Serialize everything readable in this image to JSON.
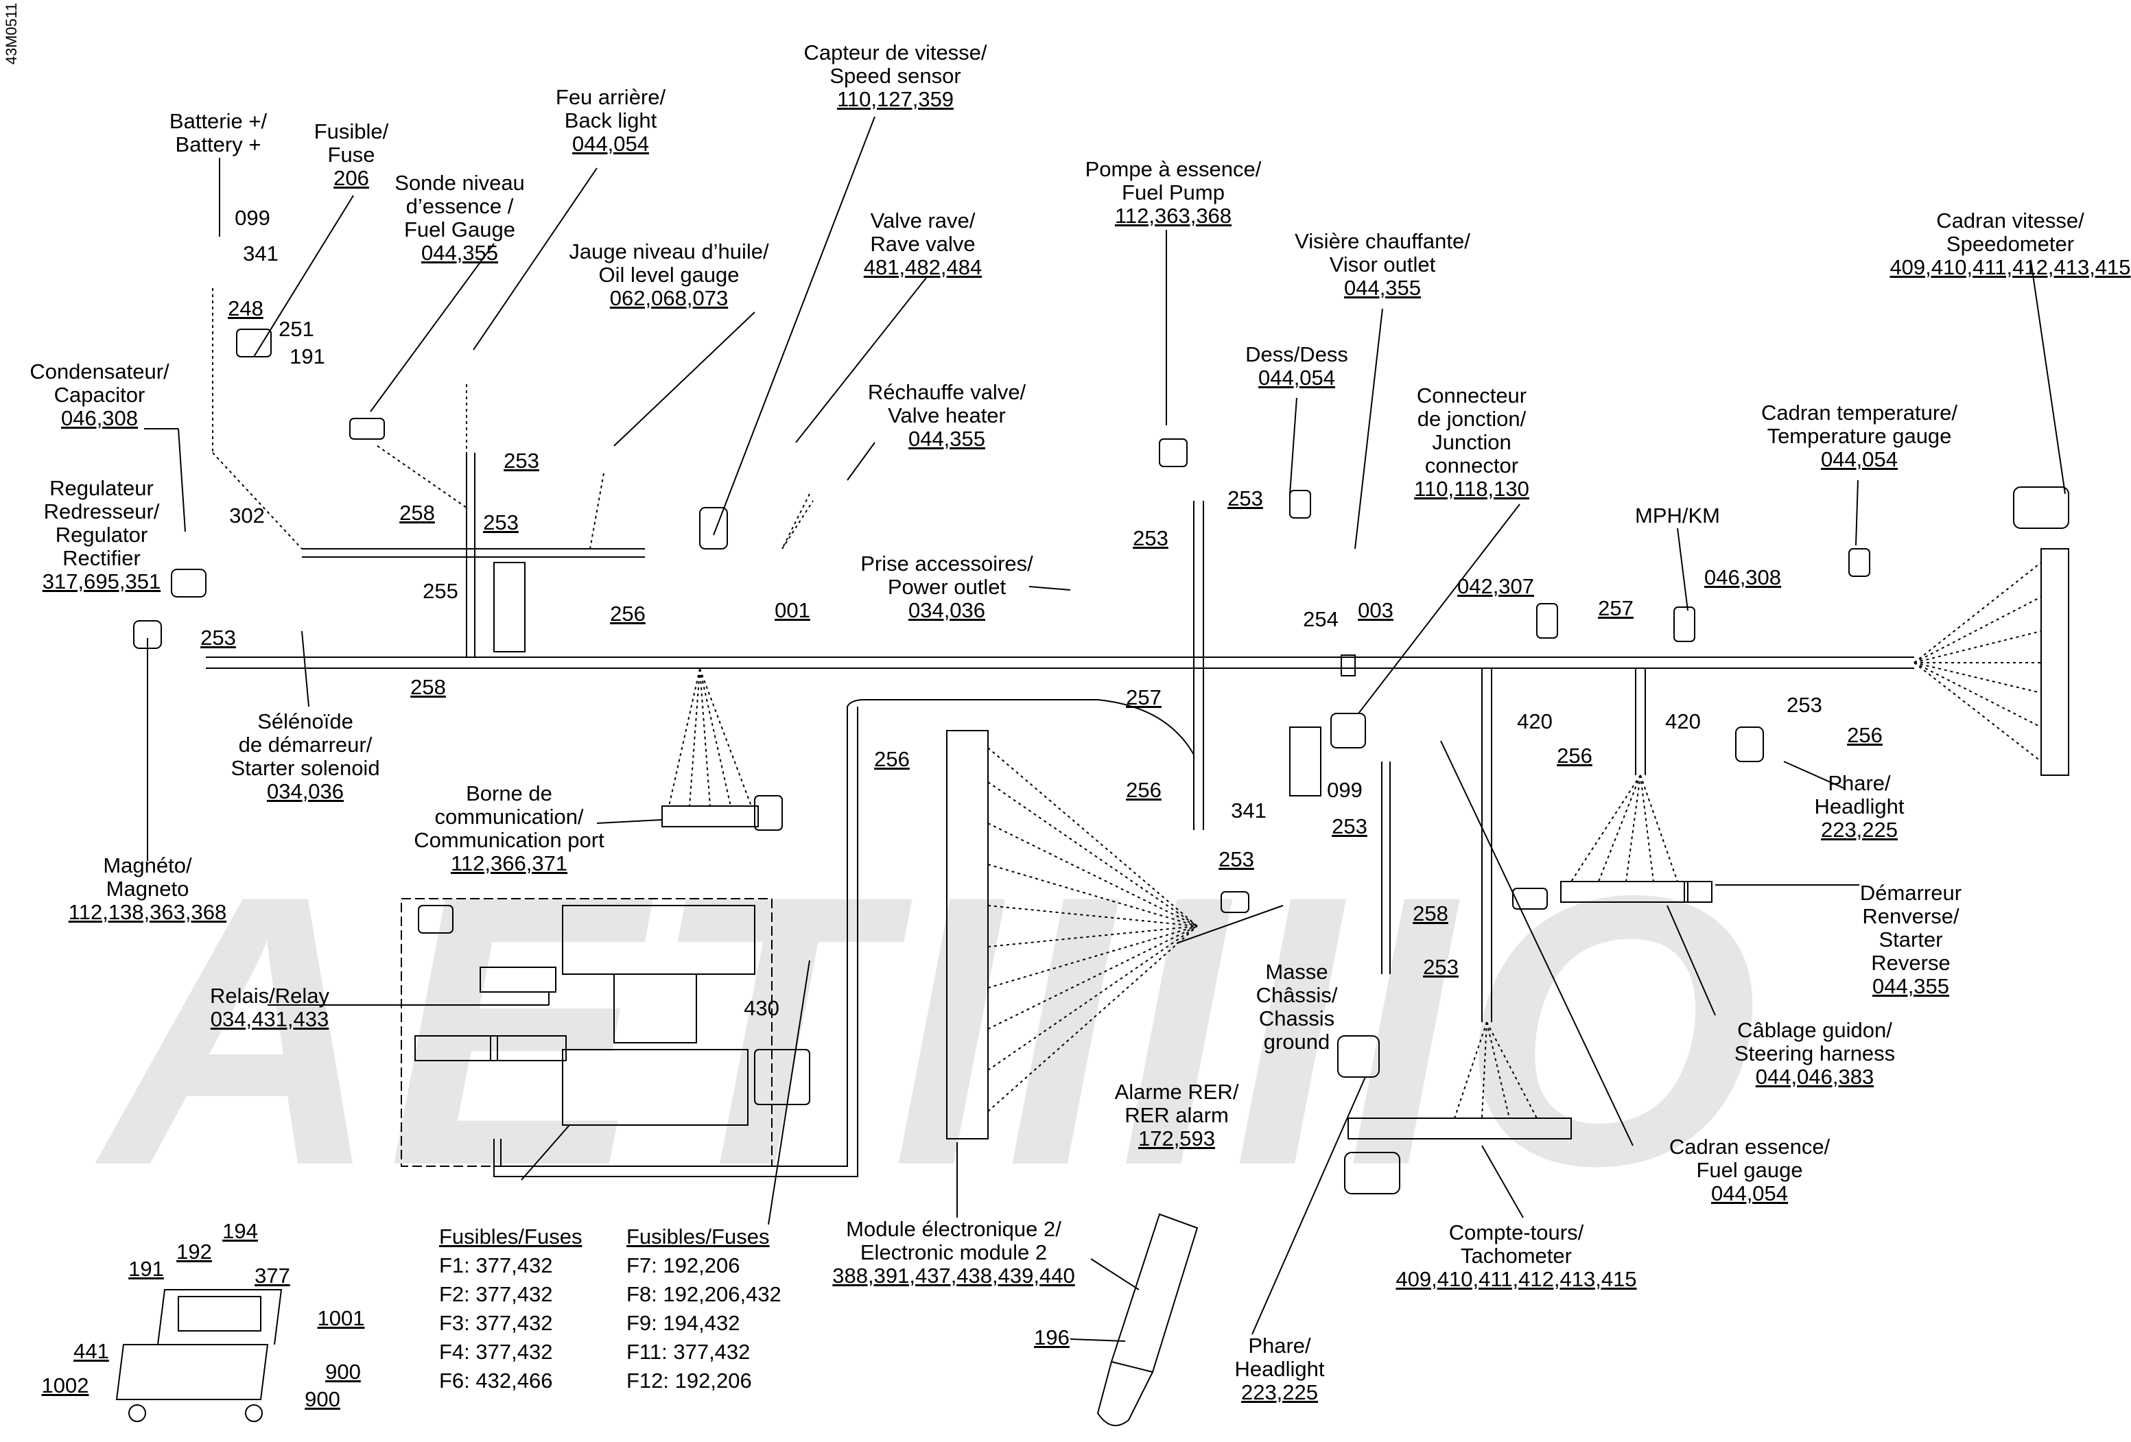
{
  "doc_id": "43M0511",
  "watermark_text": "AETIIIIIO",
  "callouts": [
    {
      "id": "battery",
      "lines": [
        "Batterie +/",
        "Battery +"
      ],
      "ref": ""
    },
    {
      "id": "fuse",
      "lines": [
        "Fusible/",
        "Fuse"
      ],
      "ref": "206"
    },
    {
      "id": "fuel-gauge-sender",
      "lines": [
        "Sonde niveau",
        "d’essence /",
        "Fuel Gauge"
      ],
      "ref": "044,355"
    },
    {
      "id": "back-light",
      "lines": [
        "Feu arrière/",
        "Back light"
      ],
      "ref": "044,054"
    },
    {
      "id": "speed-sensor",
      "lines": [
        "Capteur de vitesse/",
        "Speed sensor"
      ],
      "ref": "110,127,359"
    },
    {
      "id": "oil-level-gauge",
      "lines": [
        "Jauge niveau d’huile/",
        "Oil level gauge"
      ],
      "ref": "062,068,073"
    },
    {
      "id": "rave-valve",
      "lines": [
        "Valve rave/",
        "Rave valve"
      ],
      "ref": "481,482,484"
    },
    {
      "id": "fuel-pump",
      "lines": [
        "Pompe à essence/",
        "Fuel Pump"
      ],
      "ref": "112,363,368"
    },
    {
      "id": "visor-outlet",
      "lines": [
        "Visière chauffante/",
        "Visor outlet"
      ],
      "ref": "044,355"
    },
    {
      "id": "speedometer",
      "lines": [
        "Cadran vitesse/",
        "Speedometer"
      ],
      "ref": "409,410,411,412,413,415"
    },
    {
      "id": "condensateur",
      "lines": [
        "Condensateur/",
        "Capacitor"
      ],
      "ref": "046,308"
    },
    {
      "id": "regulator",
      "lines": [
        "Regulateur",
        "Redresseur/",
        "Regulator",
        "Rectifier"
      ],
      "ref": "317,695,351"
    },
    {
      "id": "valve-heater",
      "lines": [
        "Réchauffe valve/",
        "Valve heater"
      ],
      "ref": "044,355"
    },
    {
      "id": "dess",
      "lines": [
        "Dess/Dess"
      ],
      "ref": "044,054"
    },
    {
      "id": "junction-connector",
      "lines": [
        "Connecteur",
        "de jonction/",
        "Junction",
        "connector"
      ],
      "ref": "110,118,130"
    },
    {
      "id": "temperature-gauge",
      "lines": [
        "Cadran temperature/",
        "Temperature gauge"
      ],
      "ref": "044,054"
    },
    {
      "id": "power-outlet",
      "lines": [
        "Prise accessoires/",
        "Power outlet"
      ],
      "ref": "034,036"
    },
    {
      "id": "starter-solenoid",
      "lines": [
        "Sélénoïde",
        "de démarreur/",
        "Starter solenoid"
      ],
      "ref": "034,036"
    },
    {
      "id": "communication-port",
      "lines": [
        "Borne de",
        "communication/",
        "Communication port"
      ],
      "ref": "112,366,371"
    },
    {
      "id": "magneto",
      "lines": [
        "Magnéto/",
        "Magneto"
      ],
      "ref": "112,138,363,368"
    },
    {
      "id": "relay",
      "lines": [
        "Relais/Relay"
      ],
      "ref": "034,431,433"
    },
    {
      "id": "headlight-right",
      "lines": [
        "Phare/",
        "Headlight"
      ],
      "ref": "223,225"
    },
    {
      "id": "starter-reverse",
      "lines": [
        "Démarreur",
        "Renverse/",
        "Starter",
        "Reverse"
      ],
      "ref": "044,355"
    },
    {
      "id": "chassis-ground",
      "lines": [
        "Masse",
        "Châssis/",
        "Chassis",
        "ground"
      ],
      "ref": ""
    },
    {
      "id": "steering-harness",
      "lines": [
        "Câblage guidon/",
        "Steering harness"
      ],
      "ref": "044,046,383"
    },
    {
      "id": "rer-alarm",
      "lines": [
        "Alarme RER/",
        "RER alarm"
      ],
      "ref": "172,593"
    },
    {
      "id": "fuel-gauge-dial",
      "lines": [
        "Cadran essence/",
        "Fuel gauge"
      ],
      "ref": "044,054"
    },
    {
      "id": "electronic-module",
      "lines": [
        "Module électronique 2/",
        "Electronic module 2"
      ],
      "ref": "388,391,437,438,439,440"
    },
    {
      "id": "tachometer",
      "lines": [
        "Compte-tours/",
        "Tachometer"
      ],
      "ref": "409,410,411,412,413,415"
    },
    {
      "id": "headlight-bottom",
      "lines": [
        "Phare/",
        "Headlight"
      ],
      "ref": "223,225"
    },
    {
      "id": "mph-km",
      "lines": [
        "MPH/KM"
      ],
      "ref": ""
    }
  ],
  "part_numbers": {
    "p099a": "099",
    "p341a": "341",
    "p248": "248",
    "p251": "251",
    "p191a": "191",
    "p302": "302",
    "p258a": "258",
    "p253a": "253",
    "p253b": "253",
    "p255": "255",
    "p253c": "253",
    "p256a": "256",
    "p258b": "258",
    "p001": "001",
    "p253d": "253",
    "p253e": "253",
    "p254": "254",
    "p003": "003",
    "p042307": "042,307",
    "p257a": "257",
    "p046308": "046,308",
    "p420a": "420",
    "p420b": "420",
    "p253f": "253",
    "p256b": "256",
    "p256c": "256",
    "p257b": "257",
    "p256d": "256",
    "p099b": "099",
    "p341b": "341",
    "p253g": "253",
    "p253h": "253",
    "p256e": "256",
    "p430": "430",
    "p258c": "258",
    "p253i": "253",
    "p196": "196",
    "p191b": "191",
    "p192": "192",
    "p194": "194",
    "p377": "377",
    "p1001": "1001",
    "p441": "441",
    "p1002": "1002",
    "p900a": "900",
    "p900b": "900"
  },
  "fuses_left": {
    "header": "Fusibles/Fuses",
    "rows": [
      "F1: 377,432",
      "F2: 377,432",
      "F3: 377,432",
      "F4: 377,432",
      "F6: 432,466"
    ]
  },
  "fuses_right": {
    "header": "Fusibles/Fuses",
    "rows": [
      "F7: 192,206",
      "F8: 192,206,432",
      "F9: 194,432",
      "F11: 377,432",
      "F12: 192,206"
    ]
  }
}
